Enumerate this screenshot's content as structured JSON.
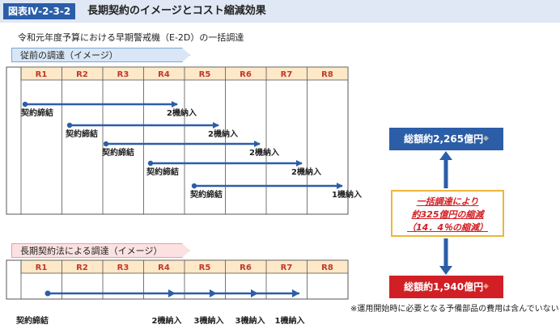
{
  "header": {
    "figure_label": "図表Ⅳ-2-3-2",
    "title": "長期契約のイメージとコスト縮減効果"
  },
  "subtitle": "令和元年度予算における早期警戒機（E-2D）の一括調達",
  "section_before": {
    "banner": "従前の調達（イメージ）",
    "columns": [
      "R1",
      "R2",
      "R3",
      "R4",
      "R5",
      "R6",
      "R7",
      "R8"
    ],
    "contracts": [
      {
        "start_label": "契約締結",
        "end_label": "2機納入"
      },
      {
        "start_label": "契約締結",
        "end_label": "2機納入"
      },
      {
        "start_label": "契約締結",
        "end_label": "2機納入"
      },
      {
        "start_label": "契約締結",
        "end_label": "2機納入"
      },
      {
        "start_label": "契約締結",
        "end_label": "1機納入"
      }
    ]
  },
  "section_after": {
    "banner": "長期契約法による調達（イメージ）",
    "columns": [
      "R1",
      "R2",
      "R3",
      "R4",
      "R5",
      "R6",
      "R7",
      "R8"
    ],
    "start_label": "契約締結",
    "deliveries": [
      "2機納入",
      "3機納入",
      "3機納入",
      "1機納入"
    ]
  },
  "totals": {
    "before": "総額約2,265億円",
    "after": "総額約1,940億円",
    "mark": "※"
  },
  "reduction": {
    "line1": "一括調達により",
    "line2": "約325億円の縮減",
    "line3": "（14．4％の縮減）"
  },
  "note": "※運用開始時に必要となる予備部品の費用は含んでいない",
  "colors": {
    "header_bg": "#2c5ea8",
    "header_stripe": "#dfe8f4",
    "column_header": "#fde8c8",
    "column_text": "#c0392b",
    "arrow": "#2c5ea8",
    "total_before": "#2c5ea8",
    "total_after": "#d21f25",
    "reduction_border": "#f0b43c",
    "reduction_text": "#d21f25"
  }
}
